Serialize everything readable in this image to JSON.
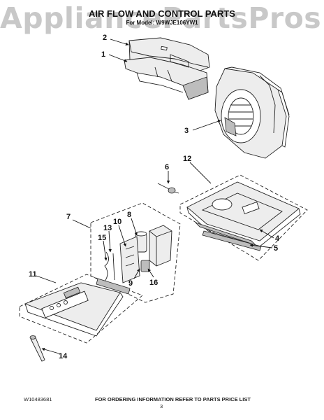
{
  "watermark": "AppliancePartsPros.com",
  "title": "AIR FLOW AND CONTROL PARTS",
  "subtitle": "For Model: W9WJE106YW1",
  "footer": {
    "doc_number": "W10483681",
    "page_number": "3",
    "note": "FOR ORDERING INFORMATION REFER TO PARTS PRICE LIST"
  },
  "callouts": [
    "1",
    "2",
    "3",
    "4",
    "5",
    "6",
    "7",
    "8",
    "9",
    "10",
    "11",
    "12",
    "13",
    "14",
    "15",
    "16"
  ]
}
